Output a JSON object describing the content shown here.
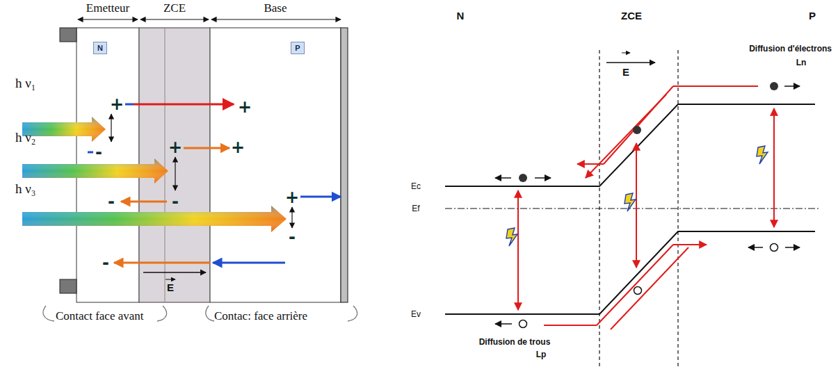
{
  "diagram": {
    "nodes": [
      {
        "text": [
          "Emetteur"
        ]
      },
      {
        "text": [
          "N"
        ],
        "in": 0
      },
      {
        "text": [
          "ZCE"
        ]
      },
      {
        "text": [
          "Base"
        ]
      },
      {
        "text": [
          "P"
        ],
        "in": 3
      }
    ],
    "labels": [
      "h ν₁",
      "h ν₂",
      "h ν₃",
      "+",
      "+",
      "-",
      "+",
      "+",
      "-",
      "-",
      "+",
      "-",
      "-",
      "E",
      "Contact face avant",
      "Contac: face arrière",
      "N",
      "ZCE",
      "P",
      "E",
      "Diffusion d'électrons",
      "Ln",
      "Ec",
      "Ef",
      "Ev",
      "Diffusion de trous",
      "Lp"
    ]
  }
}
